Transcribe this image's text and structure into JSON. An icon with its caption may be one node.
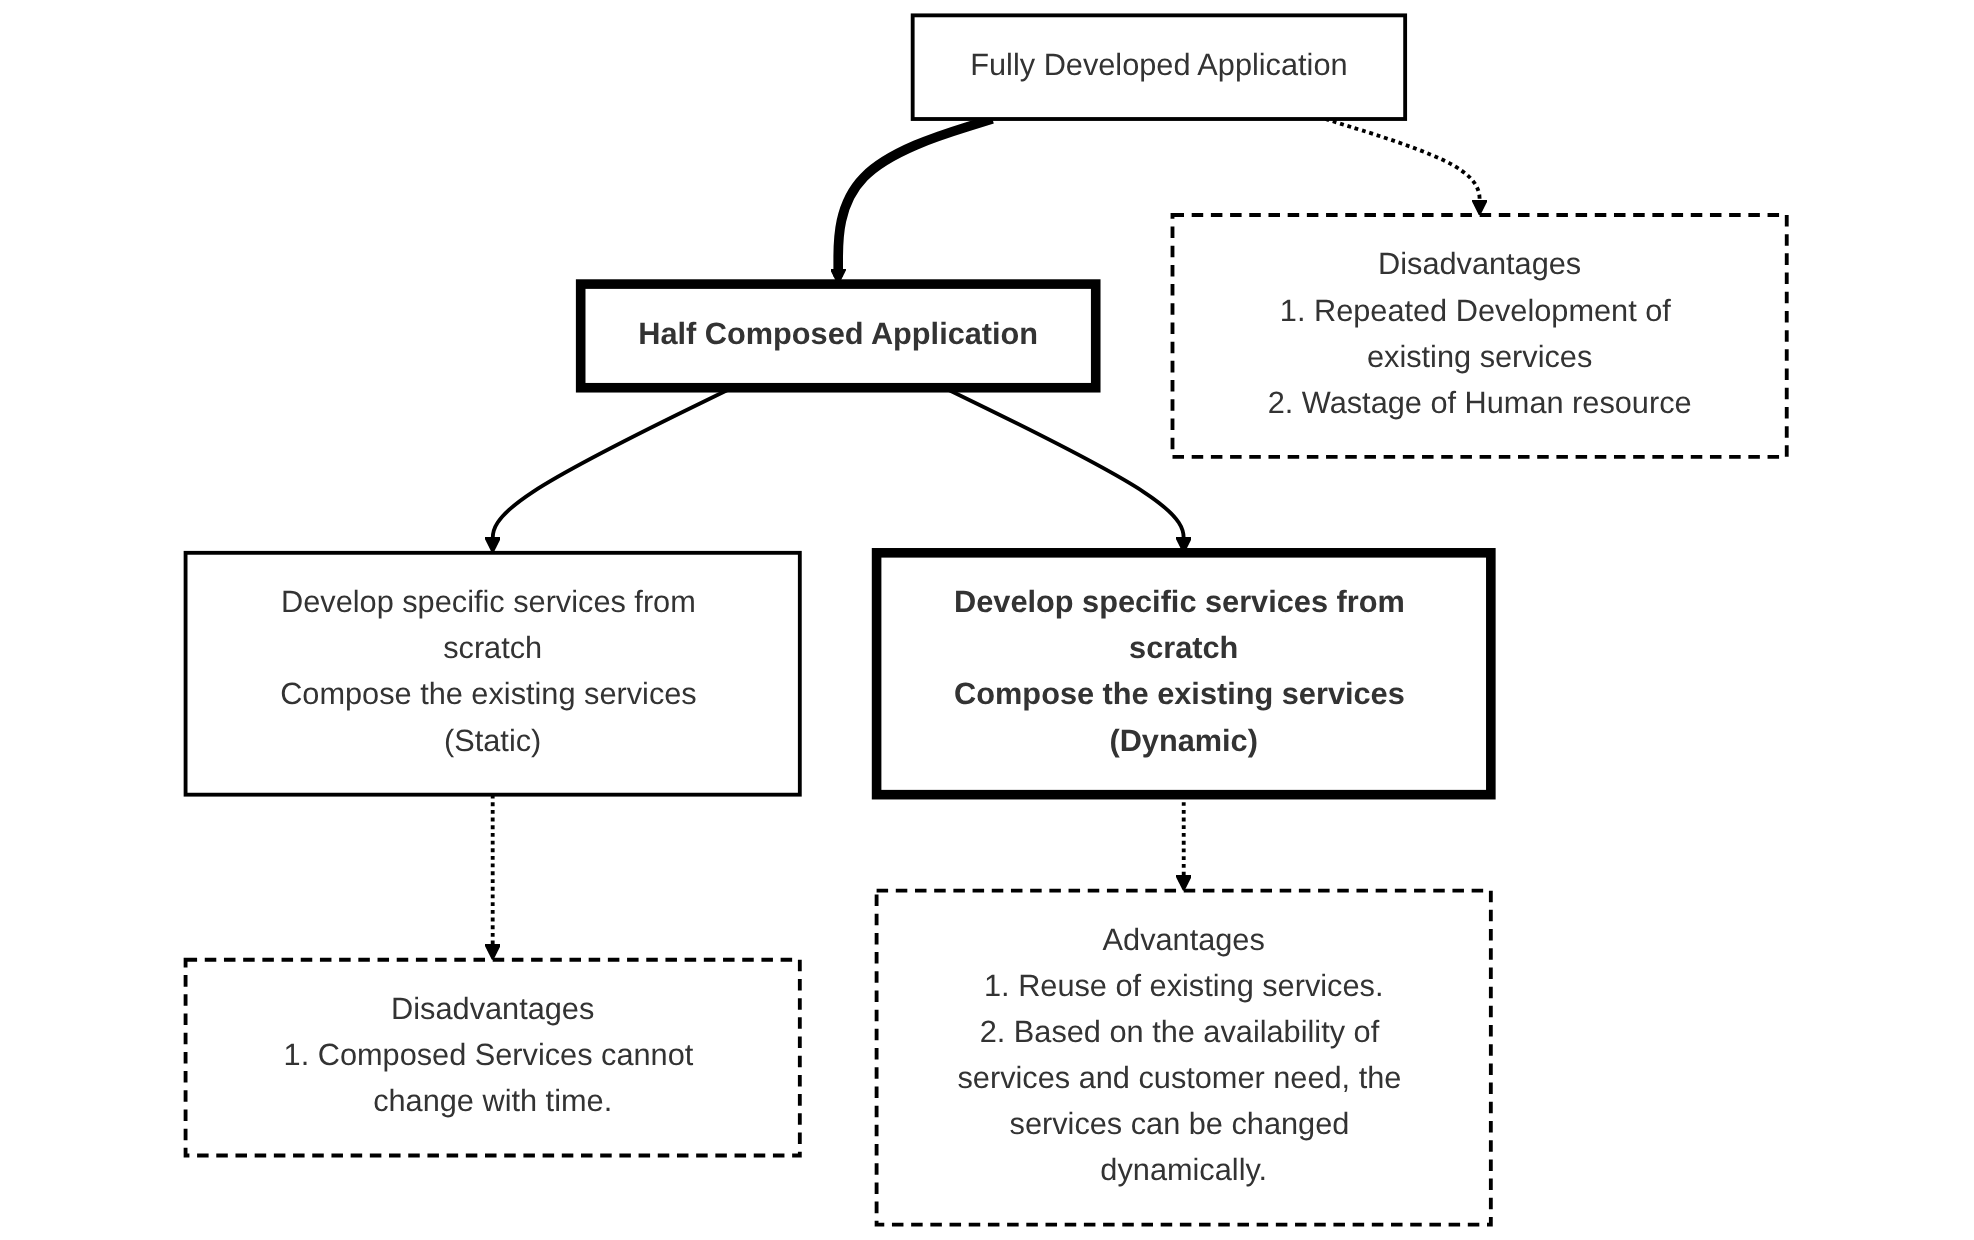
{
  "diagram": {
    "nodes": [
      {
        "text": [
          "Fully Developed Application"
        ]
      },
      {
        "text": [
          "Half Composed Application"
        ]
      },
      {
        "text": [
          "Disadvantages",
          "1. Repeated Development of existing services",
          "2. Wastage of Human resource"
        ]
      },
      {
        "text": [
          "Develop specific services from scratch",
          "Compose the existing services (Static)"
        ]
      },
      {
        "text": [
          "Develop specific services from scratch",
          "Compose the existing services (Dynamic)"
        ]
      },
      {
        "text": [
          "Disadvantages",
          "1. Composed Services cannot change with time."
        ]
      },
      {
        "text": [
          "Advantages",
          "1. Reuse of existing services.",
          "2. Based on the availability of services and customer need, the services can be changed dynamically."
        ]
      }
    ],
    "edges": [
      {
        "from": 0,
        "to": 1,
        "arrow": "to",
        "style": "thick"
      },
      {
        "from": 0,
        "to": 2,
        "arrow": "to",
        "style": "dashed"
      },
      {
        "from": 1,
        "to": 3,
        "arrow": "to"
      },
      {
        "from": 1,
        "to": 4,
        "arrow": "to"
      },
      {
        "from": 3,
        "to": 5,
        "arrow": "to",
        "style": "dashed"
      },
      {
        "from": 4,
        "to": 6,
        "arrow": "to",
        "style": "dashed"
      }
    ]
  }
}
